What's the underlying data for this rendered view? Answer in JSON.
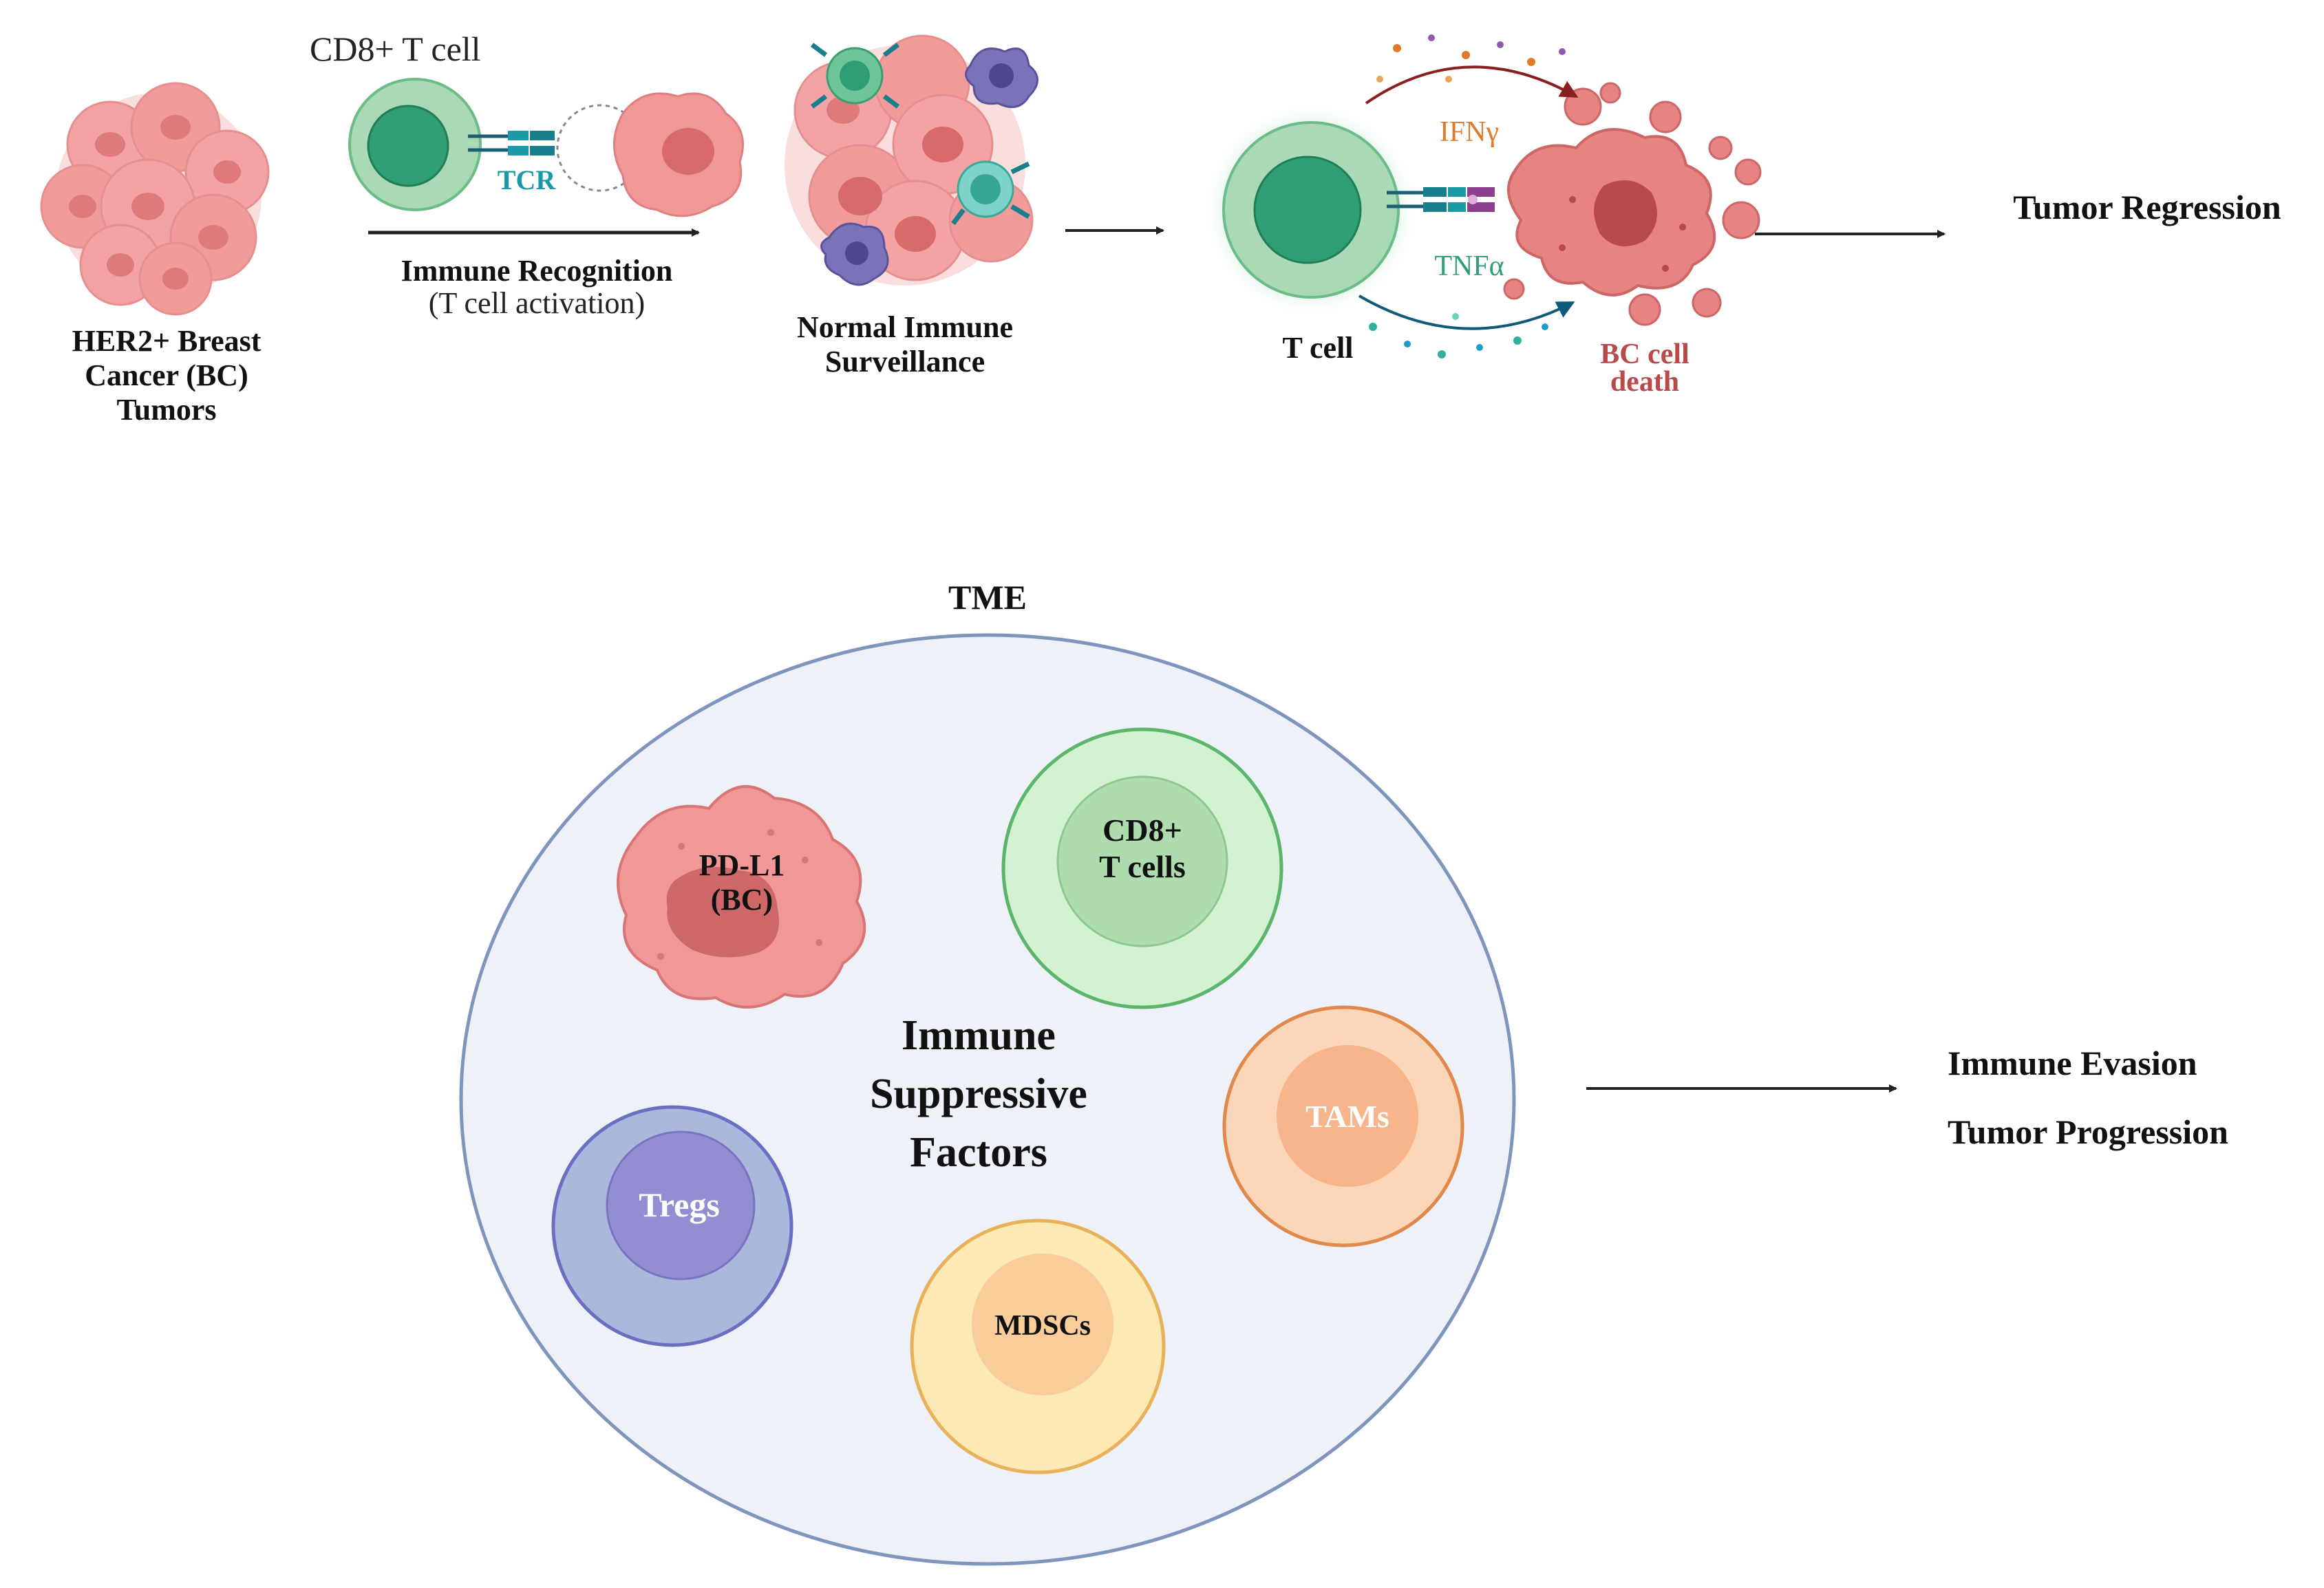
{
  "top_row": {
    "tumor_label": [
      "HER2+ Breast",
      "Cancer (BC)",
      "Tumors"
    ],
    "cd8_label": "CD8+ T cell",
    "tcr_label": "TCR",
    "recognition_label": "Immune Recognition",
    "activation_label": "(T cell activation)",
    "surveillance_label": [
      "Normal Immune",
      "Surveillance"
    ],
    "ifng_label": "IFNγ",
    "tnfa_label": "TNFα",
    "tcell_label": "T cell",
    "bc_death_label": [
      "BC cell",
      "death"
    ],
    "outcome_label": "Tumor Regression"
  },
  "bottom_row": {
    "tme_title": "TME",
    "center_label": [
      "Immune",
      "Suppressive",
      "Factors"
    ],
    "pdl1_label": [
      "PD-L1",
      "(BC)"
    ],
    "cd8_label": [
      "CD8+",
      "T cells"
    ],
    "tams_label": "TAMs",
    "tregs_label": "Tregs",
    "mdscs_label": "MDSCs",
    "outcome_labels": [
      "Immune Evasion",
      "Tumor Progression"
    ]
  },
  "colors": {
    "tumor_pink": "#ef8f8f",
    "tumor_dark": "#d86767",
    "tcell_green_outer": "#a8d8b8",
    "tcell_green_inner": "#2e9e74",
    "tcr_teal": "#1a9aa6",
    "ifng_orange": "#e07b2a",
    "tnfa_teal": "#2f9e7a",
    "bc_death_red": "#b84a4a",
    "tme_fill": "#eef2f8",
    "tme_stroke": "#7f95bd",
    "cd8_outer": "#d2f2d2",
    "cd8_stroke": "#5bb56a",
    "cd8_inner": "#aedcae",
    "tams_outer": "#fcd6b8",
    "tams_stroke": "#e0894a",
    "tams_inner": "#f7b58c",
    "tregs_outer": "#aab8dc",
    "tregs_stroke": "#6b6fc2",
    "tregs_inner": "#938ed2",
    "mdscs_outer": "#fce9b4",
    "mdscs_stroke": "#e8b15a",
    "mdscs_inner": "#f8cd9a"
  }
}
